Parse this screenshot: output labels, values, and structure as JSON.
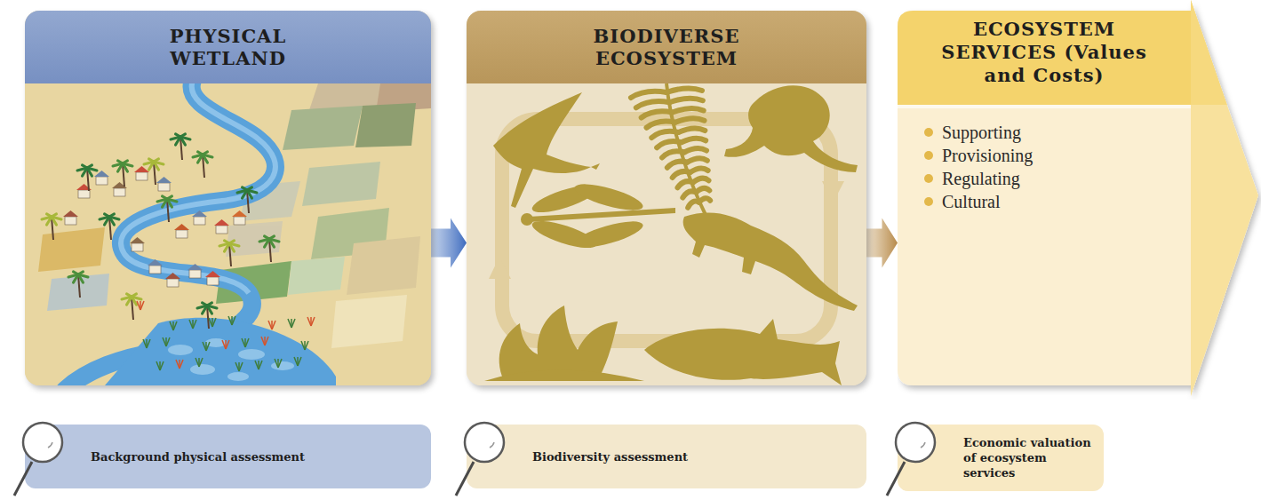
{
  "diagram": {
    "nodes": [
      {
        "text": [
          "PHYSICAL WETLAND"
        ]
      },
      {
        "text": [
          "BIODIVERSE ECOSYSTEM"
        ]
      },
      {
        "text": [
          "ECOSYSTEM SERVICES (Values and Costs)",
          "Supporting",
          "Provisioning",
          "Regulating",
          "Cultural"
        ]
      },
      {
        "text": [
          "Background physical assessment"
        ]
      },
      {
        "text": [
          "Biodiversity assessment"
        ]
      },
      {
        "text": [
          "Economic valuation of ecosystem services"
        ]
      }
    ],
    "edges": [
      {
        "from": 0,
        "to": 1,
        "arrow": "to"
      },
      {
        "from": 1,
        "to": 2,
        "arrow": "to"
      }
    ]
  }
}
